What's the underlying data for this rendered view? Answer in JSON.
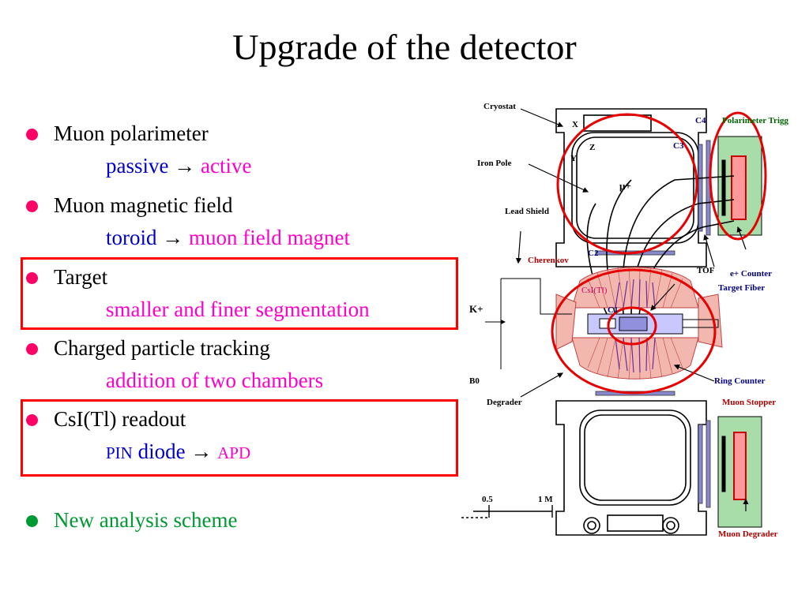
{
  "title": "Upgrade of the detector",
  "items": [
    {
      "head": "Muon polarimeter",
      "sub": [
        {
          "t": "passive",
          "c": "blue"
        },
        {
          "t": " → ",
          "c": "black"
        },
        {
          "t": "active",
          "c": "mag"
        }
      ]
    },
    {
      "head": "Muon magnetic field",
      "sub": [
        {
          "t": "toroid",
          "c": "blue"
        },
        {
          "t": " → ",
          "c": "black"
        },
        {
          "t": "muon field magnet",
          "c": "mag"
        }
      ]
    },
    {
      "head": "Target",
      "sub": [
        {
          "t": "smaller and finer segmentation",
          "c": "mag"
        }
      ]
    },
    {
      "head": "Charged particle tracking",
      "sub": [
        {
          "t": "addition of two chambers",
          "c": "mag"
        }
      ]
    },
    {
      "head": "CsI(Tl) readout",
      "sub": [
        {
          "t": "PIN",
          "c": "blue",
          "small": true
        },
        {
          "t": " diode",
          "c": "blue"
        },
        {
          "t": " → ",
          "c": "black"
        },
        {
          "t": "APD",
          "c": "mag",
          "small": true
        }
      ]
    },
    {
      "head": "New analysis scheme",
      "head_color": "green"
    }
  ],
  "diagram": {
    "labels": {
      "cryostat": "Cryostat",
      "x": "X",
      "z": "Z",
      "y": "Y",
      "iron_pole": "Iron Pole",
      "lead_shield": "Lead Shield",
      "cherenkov": "Cherenkov",
      "c4": "C4",
      "c3": "C3",
      "c2": "C2",
      "c1": "C1",
      "polarimeter_trigger": "Polarimeter Trigg",
      "e_counter": "e+ Counter",
      "tof": "TOF",
      "target_fiber": "Target Fiber",
      "csi": "CsI(Tl)",
      "kplus": "K+",
      "b0": "B0",
      "ring_counter": "Ring Counter",
      "degrader": "Degrader",
      "muon_stopper": "Muon Stopper",
      "muon_degrader": "Muon Degrader",
      "scale_05": "0.5",
      "scale_1m": "1 M",
      "mu_plus": "μ+"
    }
  }
}
